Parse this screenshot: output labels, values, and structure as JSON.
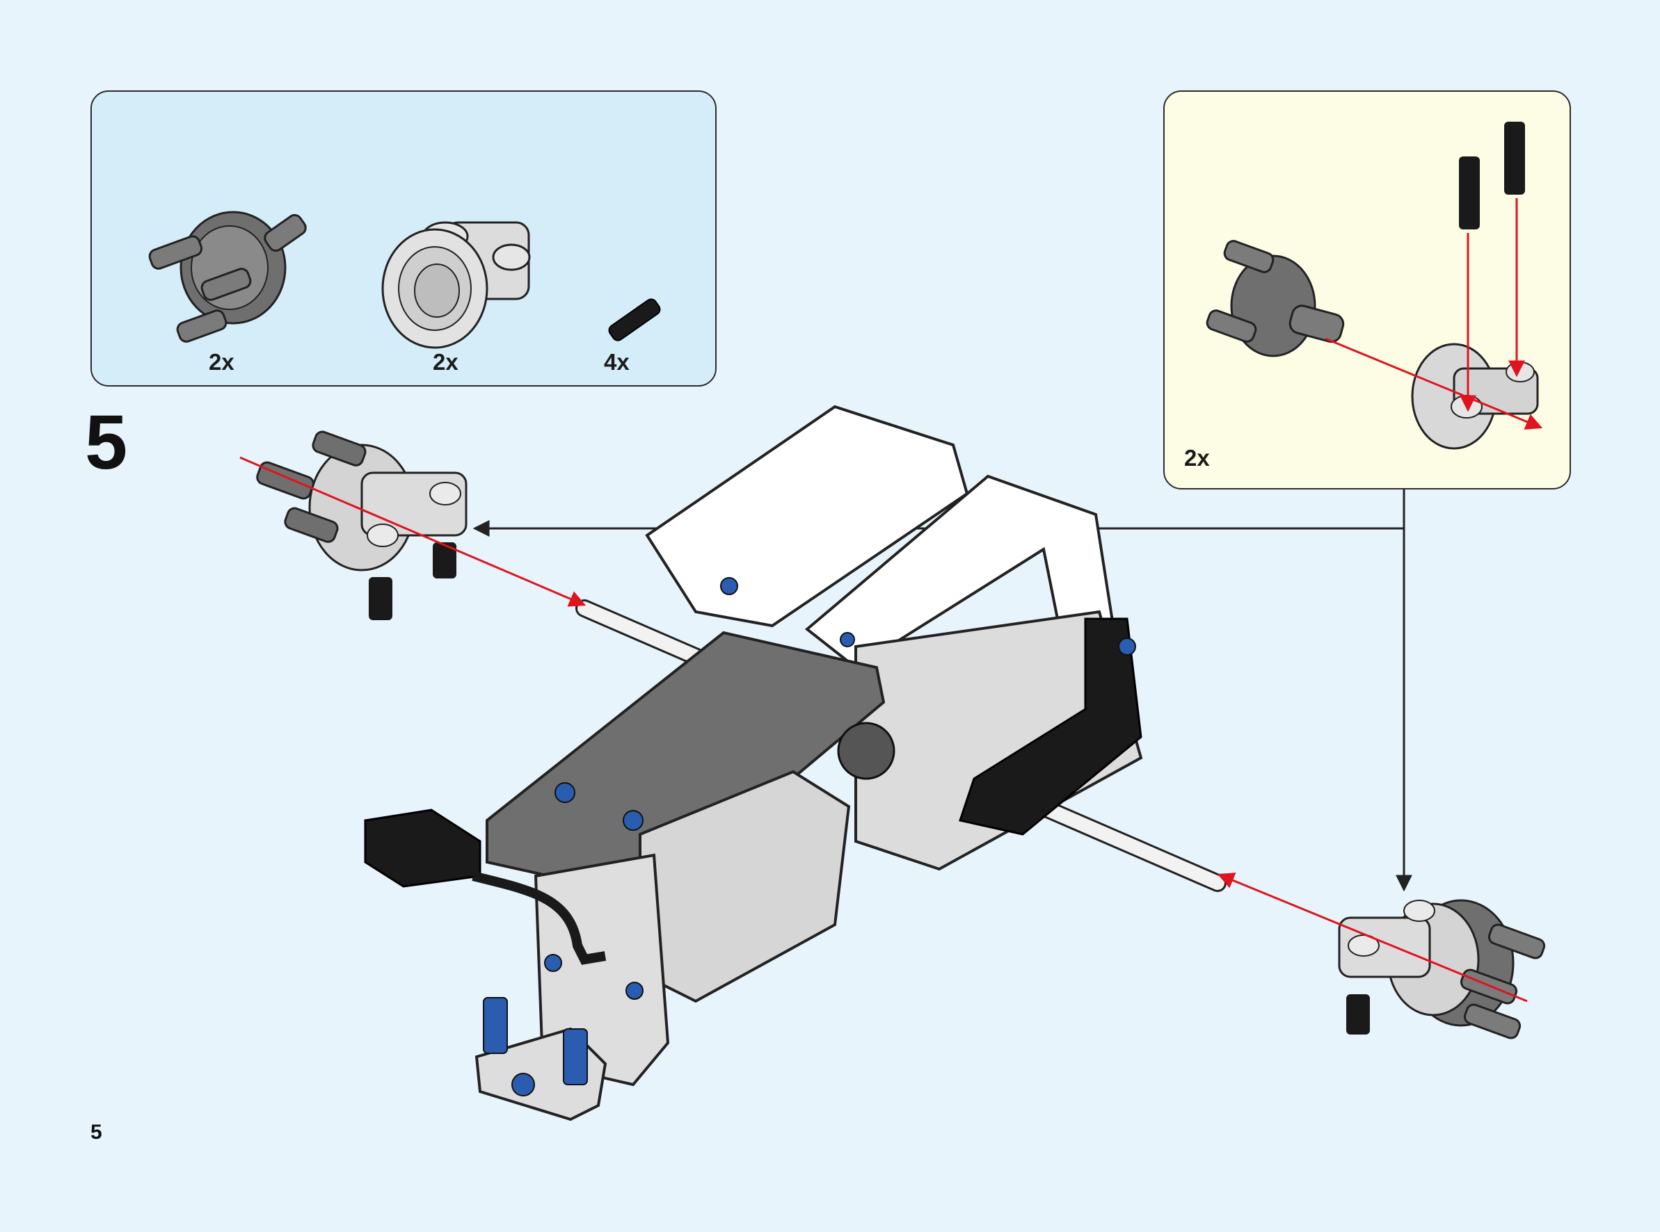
{
  "page": {
    "step_number": "5",
    "page_number": "5"
  },
  "parts_list": {
    "items": [
      {
        "name": "hub-with-pins",
        "quantity": "2x"
      },
      {
        "name": "wheel-hub-housing",
        "quantity": "2x"
      },
      {
        "name": "black-pin",
        "quantity": "4x"
      }
    ]
  },
  "sub_assembly": {
    "quantity": "2x"
  },
  "colors": {
    "background": "#e8f4fc",
    "parts_panel": "#d4edf9",
    "sub_panel": "#fdfde6",
    "arrow_red": "#e0141e",
    "part_dark_gray": "#6f6f6f",
    "part_light_gray": "#d3d3d3",
    "part_blue": "#2a5db0",
    "part_black": "#1a1a1a",
    "part_white": "#ffffff"
  }
}
